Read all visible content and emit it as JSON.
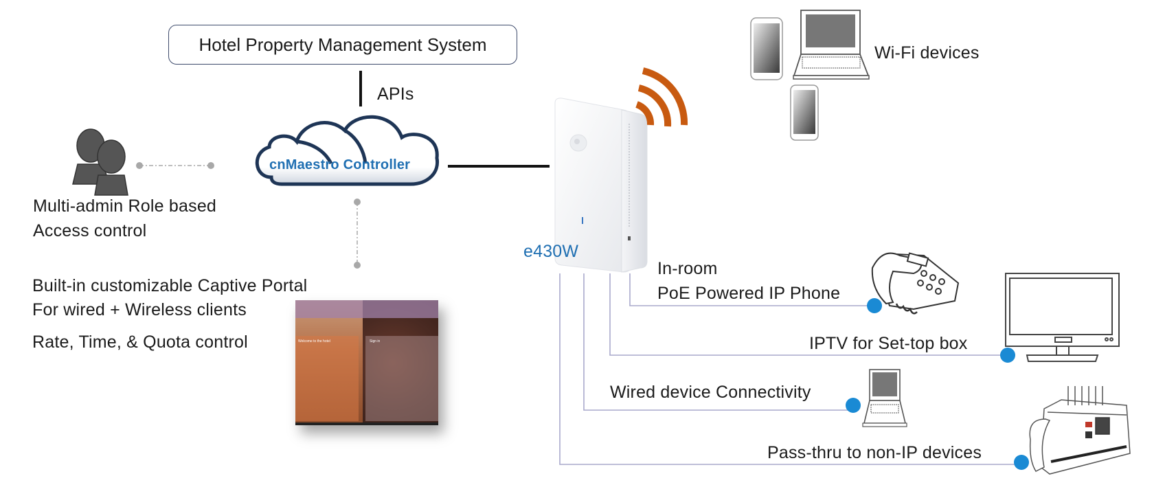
{
  "pms": {
    "label": "Hotel Property Management System"
  },
  "apis": {
    "label": "APIs"
  },
  "controller": {
    "label": "cnMaestro Controller"
  },
  "admin": {
    "line1": "Multi-admin Role based",
    "line2": "Access control"
  },
  "captive_portal": {
    "line1": "Built-in customizable Captive Portal",
    "line2": "For wired + Wireless clients",
    "line3": "Rate, Time, & Quota control",
    "screenshot": {
      "welcome_text": "Welcome to the hotel",
      "right_text": "Sign in"
    }
  },
  "access_point": {
    "model": "e430W"
  },
  "wifi": {
    "label": "Wi-Fi devices"
  },
  "connections": [
    {
      "line1": "In-room",
      "line2": "PoE Powered IP Phone",
      "device": "ip-phone"
    },
    {
      "line1": "IPTV for Set-top box",
      "device": "tv"
    },
    {
      "line1": "Wired device Connectivity",
      "device": "laptop"
    },
    {
      "line1": "Pass-thru to non-IP devices",
      "device": "fax"
    }
  ],
  "colors": {
    "controller_text": "#1f6fb2",
    "cloud_outline": "#1e3556",
    "connector_dot": "#1a8ad4",
    "wired_line": "#a9a9cc",
    "wifi_waves": "#c85a10",
    "dotted_link": "#a8a8a8"
  }
}
